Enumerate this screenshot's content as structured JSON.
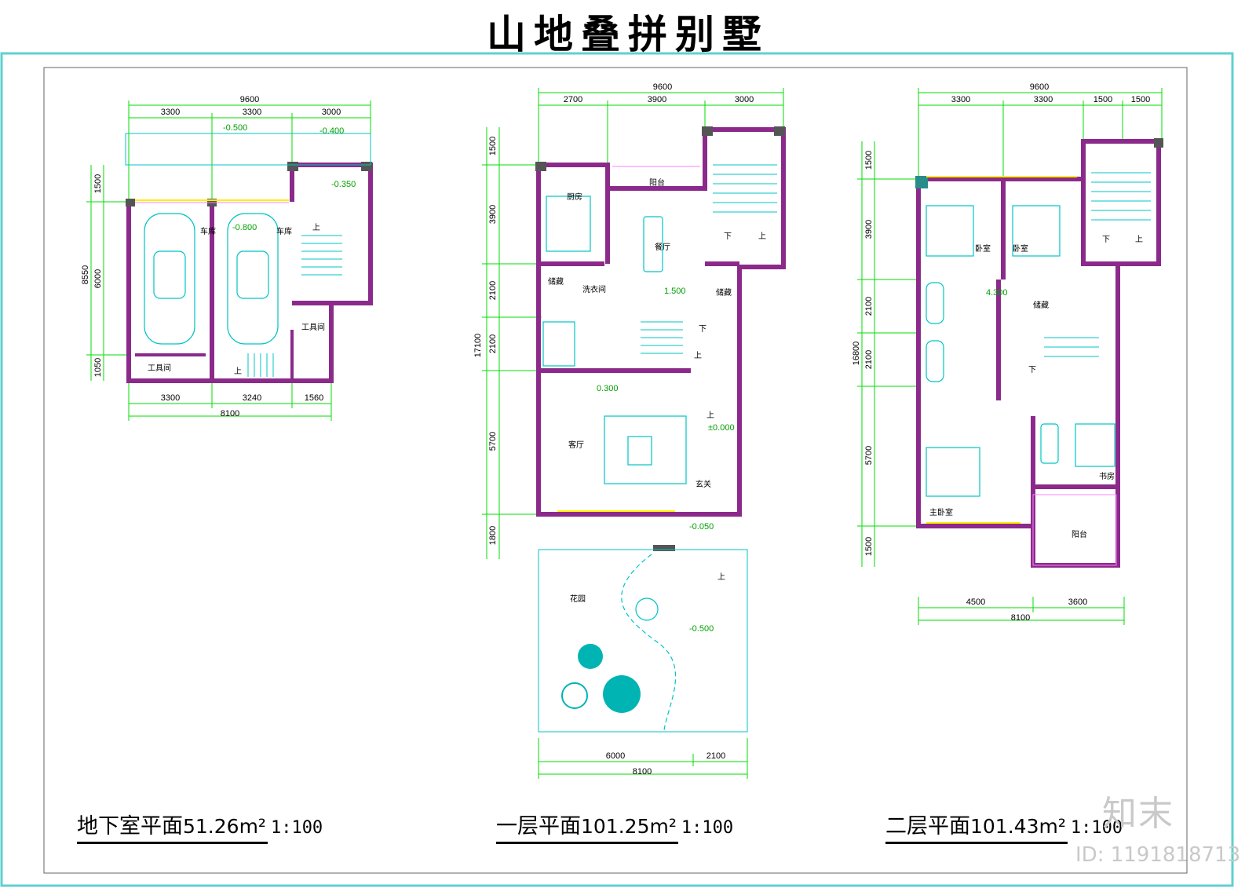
{
  "title": "山地叠拼别墅",
  "plans": [
    {
      "name": "地下室平面",
      "area": "51.26m²",
      "scale": "1:100"
    },
    {
      "name": "一层平面",
      "area": "101.25m²",
      "scale": "1:100"
    },
    {
      "name": "二层平面",
      "area": "101.43m²",
      "scale": "1:100"
    }
  ],
  "basement": {
    "dims_top_total": "9600",
    "dims_top": [
      "3300",
      "3300",
      "3000"
    ],
    "dims_left_total": "8550",
    "dims_left": [
      "1500",
      "6000",
      "1050"
    ],
    "dims_bottom": [
      "3300",
      "3240",
      "1560"
    ],
    "dims_bottom_total": "8100",
    "levels": [
      "-0.500",
      "-0.400",
      "-0.350",
      "-0.800"
    ],
    "rooms": {
      "garage": "车库",
      "tool": "工具间"
    },
    "stair_up": "上"
  },
  "ground": {
    "dims_top_total": "9600",
    "dims_top": [
      "2700",
      "3900",
      "3000"
    ],
    "dims_left_total": "17100",
    "dims_left": [
      "1500",
      "3900",
      "2100",
      "2100",
      "5700",
      "1800"
    ],
    "dims_bottom": [
      "6000",
      "2100"
    ],
    "dims_bottom_total": "8100",
    "levels": [
      "1.500",
      "0.300",
      "±0.000",
      "-0.050",
      "-0.500"
    ],
    "rooms": {
      "balcony": "阳台",
      "kitchen": "厨房",
      "dining": "餐厅",
      "storage": "储藏",
      "laundry": "洗衣间",
      "living": "客厅",
      "foyer": "玄关",
      "garden": "花园"
    },
    "stair_up": "上",
    "stair_down": "下"
  },
  "second": {
    "dims_top_total": "9600",
    "dims_top": [
      "3300",
      "3300",
      "1500",
      "1500"
    ],
    "dims_left_total": "16800",
    "dims_left": [
      "1500",
      "3900",
      "2100",
      "2100",
      "5700",
      "1500"
    ],
    "dims_bottom": [
      "4500",
      "3600"
    ],
    "dims_bottom_total": "8100",
    "levels": [
      "4.300"
    ],
    "rooms": {
      "bedroom": "卧室",
      "storage": "储藏",
      "study": "书房",
      "master": "主卧室",
      "balcony": "阳台"
    },
    "stair_up": "上",
    "stair_down": "下"
  },
  "watermark": {
    "brand": "知末",
    "id": "ID: 1191818713"
  },
  "colors": {
    "wall": "#8b2a8b",
    "dim": "#00dd00",
    "fixture": "#00c4c4",
    "frame": "#60d0d0"
  }
}
